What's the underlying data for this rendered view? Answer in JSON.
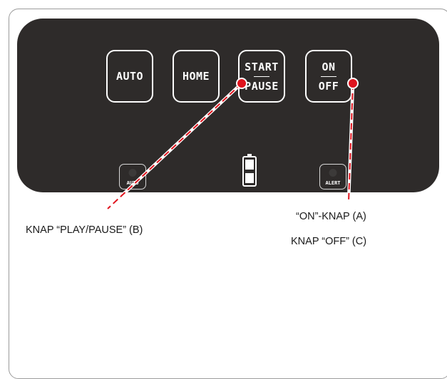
{
  "panel": {
    "buttons": [
      {
        "id": "auto",
        "lines": [
          "AUTO"
        ]
      },
      {
        "id": "home",
        "lines": [
          "HOME"
        ]
      },
      {
        "id": "start-pause",
        "lines": [
          "START",
          "PAUSE"
        ]
      },
      {
        "id": "on-off",
        "lines": [
          "ON",
          "OFF"
        ]
      }
    ],
    "indicators": {
      "auto_label": "AUTO",
      "alert_label": "ALERT"
    }
  },
  "callouts": {
    "play_pause": "KNAP “PLAY/PAUSE” (B)",
    "on": "“ON”-KNAP (A)",
    "off": "KNAP “OFF” (C)"
  },
  "colors": {
    "panel": "#2e2b2a",
    "marker": "#e0141e",
    "button_border": "#ffffff"
  }
}
